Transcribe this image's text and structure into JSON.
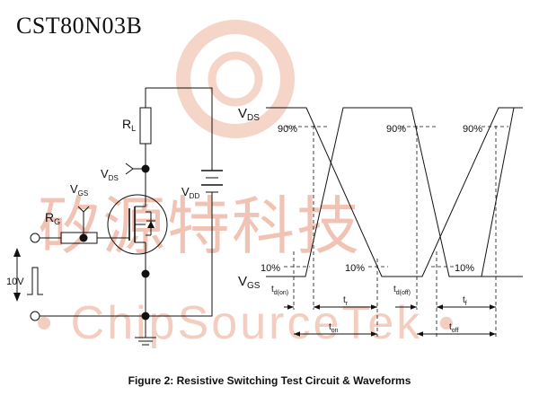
{
  "part_number": "CST80N03B",
  "watermark": {
    "chinese": "矽源特科技",
    "english": "• ChipSourceTek •"
  },
  "circuit": {
    "rl": {
      "main": "R",
      "sub": "L"
    },
    "vds": {
      "main": "V",
      "sub": "DS"
    },
    "vdd": {
      "main": "V",
      "sub": "DD"
    },
    "vgs": {
      "main": "V",
      "sub": "GS"
    },
    "rg": {
      "main": "R",
      "sub": "G"
    },
    "pulse": "10V"
  },
  "waveform": {
    "vds": {
      "main": "V",
      "sub": "DS"
    },
    "vgs": {
      "main": "V",
      "sub": "GS"
    },
    "pct_90": "90%",
    "pct_10": "10%",
    "td_on": {
      "main": "t",
      "sub": "d(on)"
    },
    "tr": {
      "main": "t",
      "sub": "r"
    },
    "ton": {
      "main": "t",
      "sub": "on"
    },
    "td_off": {
      "main": "t",
      "sub": "d(off)"
    },
    "tf": {
      "main": "t",
      "sub": "f"
    },
    "toff": {
      "main": "t",
      "sub": "off"
    }
  },
  "caption": "Figure 2: Resistive Switching Test Circuit & Waveforms"
}
